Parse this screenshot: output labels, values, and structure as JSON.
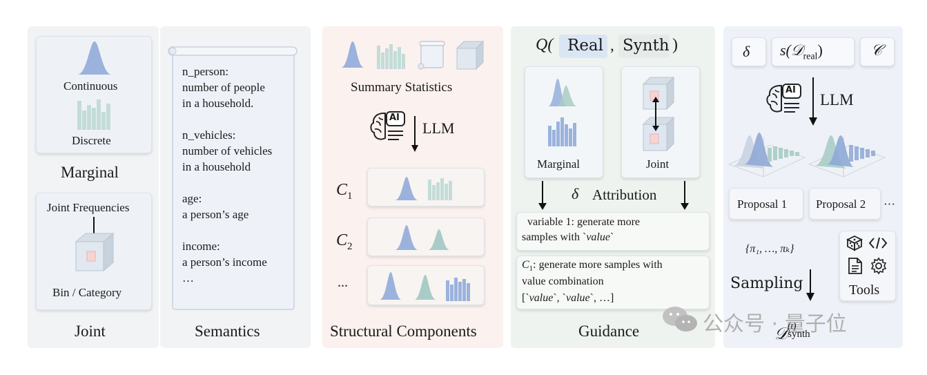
{
  "marginal": {
    "continuous_label": "Continuous",
    "discrete_label": "Discrete",
    "title": "Marginal"
  },
  "joint": {
    "freq_label": "Joint Frequencies",
    "bin_label": "Bin / Category",
    "title": "Joint"
  },
  "semantics": {
    "title": "Semantics",
    "lines": [
      "n_person:",
      "number of people",
      "in a household.",
      "n_vehicles:",
      "number of vehicles",
      "in a household",
      "age:",
      "a person’s age",
      "income:",
      "a person’s income",
      "…"
    ]
  },
  "structural": {
    "summary_label": "Summary Statistics",
    "llm_label": "LLM",
    "ai_label": "AI",
    "c_labels": [
      "C",
      "C",
      "..."
    ],
    "c_subs": [
      "1",
      "2",
      ""
    ],
    "title": "Structural Components"
  },
  "guidance": {
    "q_open": "Q(",
    "real": "Real",
    "comma": ",",
    "synth": "Synth",
    "q_close": ")",
    "marginal_label": "Marginal",
    "joint_label": "Joint",
    "delta": "δ",
    "attribution": "Attribution",
    "box1_line1": "variable 1: generate more",
    "box1_line2a": "samples with `",
    "box1_line2b": "value",
    "box1_line2c": "`",
    "box2_c": "C",
    "box2_sub": "1",
    "box2_line1": ": generate more samples with",
    "box2_line2": "value combination",
    "box2_line3a": "[`",
    "box2_v1": "value",
    "box2_line3b": "`, `",
    "box2_v2": "value",
    "box2_line3c": "`, …]",
    "title": "Guidance"
  },
  "sampling": {
    "delta": "δ",
    "s_real": "s(𝒟",
    "s_real_sub": "real",
    "s_close": ")",
    "c_script": "𝒞",
    "llm_label": "LLM",
    "ai_label": "AI",
    "proposal1": "Proposal 1",
    "proposal2": "Proposal 2",
    "ellipsis": "···",
    "pi_set": "{π₁, …, πₖ}",
    "sampling_label": "Sampling",
    "tools_label": "Tools",
    "d_synth": "𝒟",
    "d_sup": "(t)",
    "d_sub": "synth"
  },
  "watermark": {
    "text": "公众号 · 量子位"
  },
  "colors": {
    "bg_gray": "#f1f3f5",
    "bg_pink": "#fbf1ee",
    "bg_green": "#eef3ef",
    "bg_blue": "#eef2f8",
    "dist_blue": "#8fa8d6",
    "dist_teal": "#a9ccc6",
    "highlight_blue": "#dbe6f4",
    "highlight_gray": "#e8ecef"
  }
}
